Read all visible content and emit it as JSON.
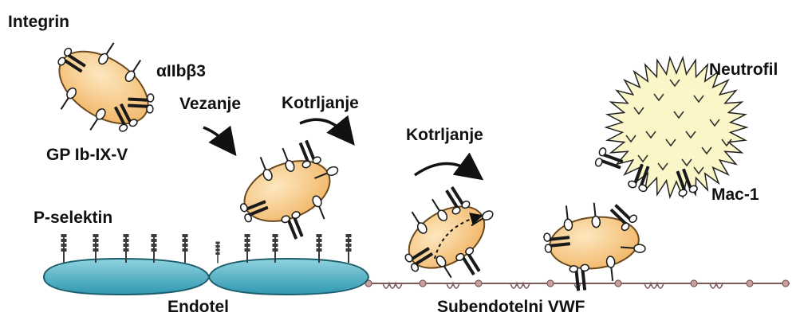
{
  "labels": {
    "integrin": "Integrin",
    "aIIbB3": "αIIbβ3",
    "gp_ib": "GP Ib-IX-V",
    "vezanje": "Vezanje",
    "kotrljanje_1": "Kotrljanje",
    "kotrljanje_2": "Kotrljanje",
    "neutrofil": "Neutrofil",
    "mac1": "Mac-1",
    "p_selektin": "P-selektin",
    "endotel": "Endotel",
    "subendotelni_vwf": "Subendotelni VWF"
  },
  "colors": {
    "platelet_fill": "#f7cf8e",
    "platelet_stroke": "#6b4a1e",
    "endothelium_fill": "#4fb3c8",
    "neutrophil_fill": "#fbf6c8",
    "vwf_strand": "#7a5a5a",
    "receptor_dark": "#222222"
  }
}
